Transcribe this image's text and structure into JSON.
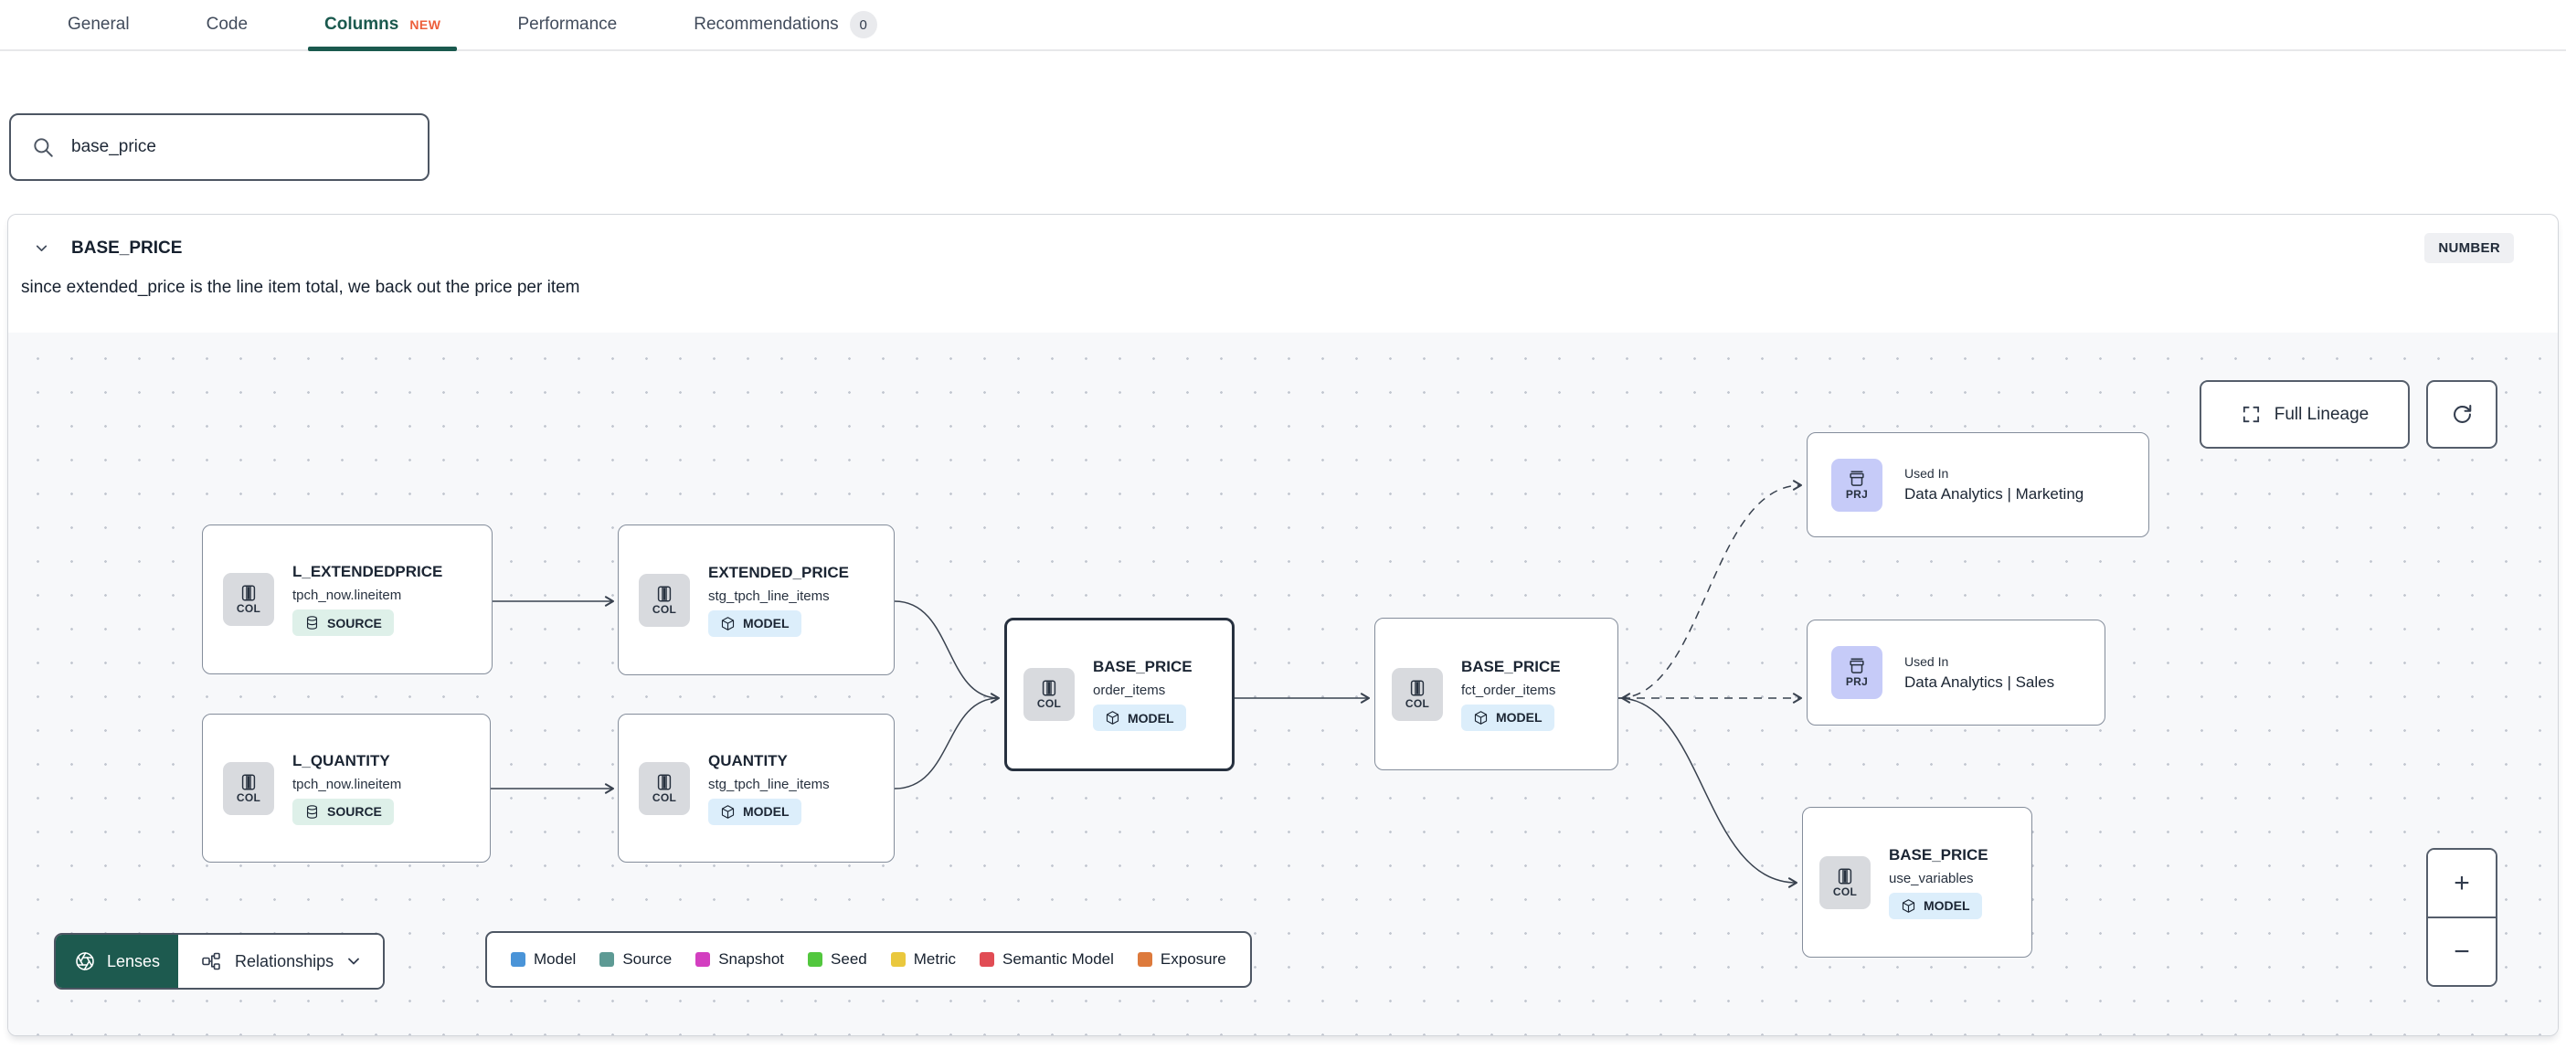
{
  "tabs": {
    "items": [
      {
        "label": "General"
      },
      {
        "label": "Code"
      },
      {
        "label": "Columns",
        "badge": "NEW",
        "active": true
      },
      {
        "label": "Performance"
      },
      {
        "label": "Recommendations",
        "count": "0"
      }
    ]
  },
  "search": {
    "value": "base_price"
  },
  "column": {
    "name": "BASE_PRICE",
    "type": "NUMBER",
    "description": "since extended_price is the line item total, we back out the price per item"
  },
  "lineage": {
    "full_lineage_label": "Full Lineage",
    "zoom_in_label": "+",
    "zoom_out_label": "−",
    "lenses_label": "Lenses",
    "relationships_label": "Relationships",
    "nodes": [
      {
        "kind": "COL",
        "title": "L_EXTENDEDPRICE",
        "subtitle": "tpch_now.lineitem",
        "badge": "SOURCE"
      },
      {
        "kind": "COL",
        "title": "EXTENDED_PRICE",
        "subtitle": "stg_tpch_line_items",
        "badge": "MODEL"
      },
      {
        "kind": "COL",
        "title": "L_QUANTITY",
        "subtitle": "tpch_now.lineitem",
        "badge": "SOURCE"
      },
      {
        "kind": "COL",
        "title": "QUANTITY",
        "subtitle": "stg_tpch_line_items",
        "badge": "MODEL"
      },
      {
        "kind": "COL",
        "title": "BASE_PRICE",
        "subtitle": "order_items",
        "badge": "MODEL",
        "selected": true
      },
      {
        "kind": "COL",
        "title": "BASE_PRICE",
        "subtitle": "fct_order_items",
        "badge": "MODEL"
      },
      {
        "kind": "PRJ",
        "eyebrow": "Used In",
        "title": "Data Analytics | Marketing"
      },
      {
        "kind": "PRJ",
        "eyebrow": "Used In",
        "title": "Data Analytics | Sales"
      },
      {
        "kind": "COL",
        "title": "BASE_PRICE",
        "subtitle": "use_variables",
        "badge": "MODEL"
      }
    ],
    "legend": [
      {
        "label": "Model",
        "color": "#4a94d8"
      },
      {
        "label": "Source",
        "color": "#5d9a94"
      },
      {
        "label": "Snapshot",
        "color": "#d33fc0"
      },
      {
        "label": "Seed",
        "color": "#52c73e"
      },
      {
        "label": "Metric",
        "color": "#eac83d"
      },
      {
        "label": "Semantic Model",
        "color": "#e14c54"
      },
      {
        "label": "Exposure",
        "color": "#dd7a3c"
      }
    ]
  }
}
